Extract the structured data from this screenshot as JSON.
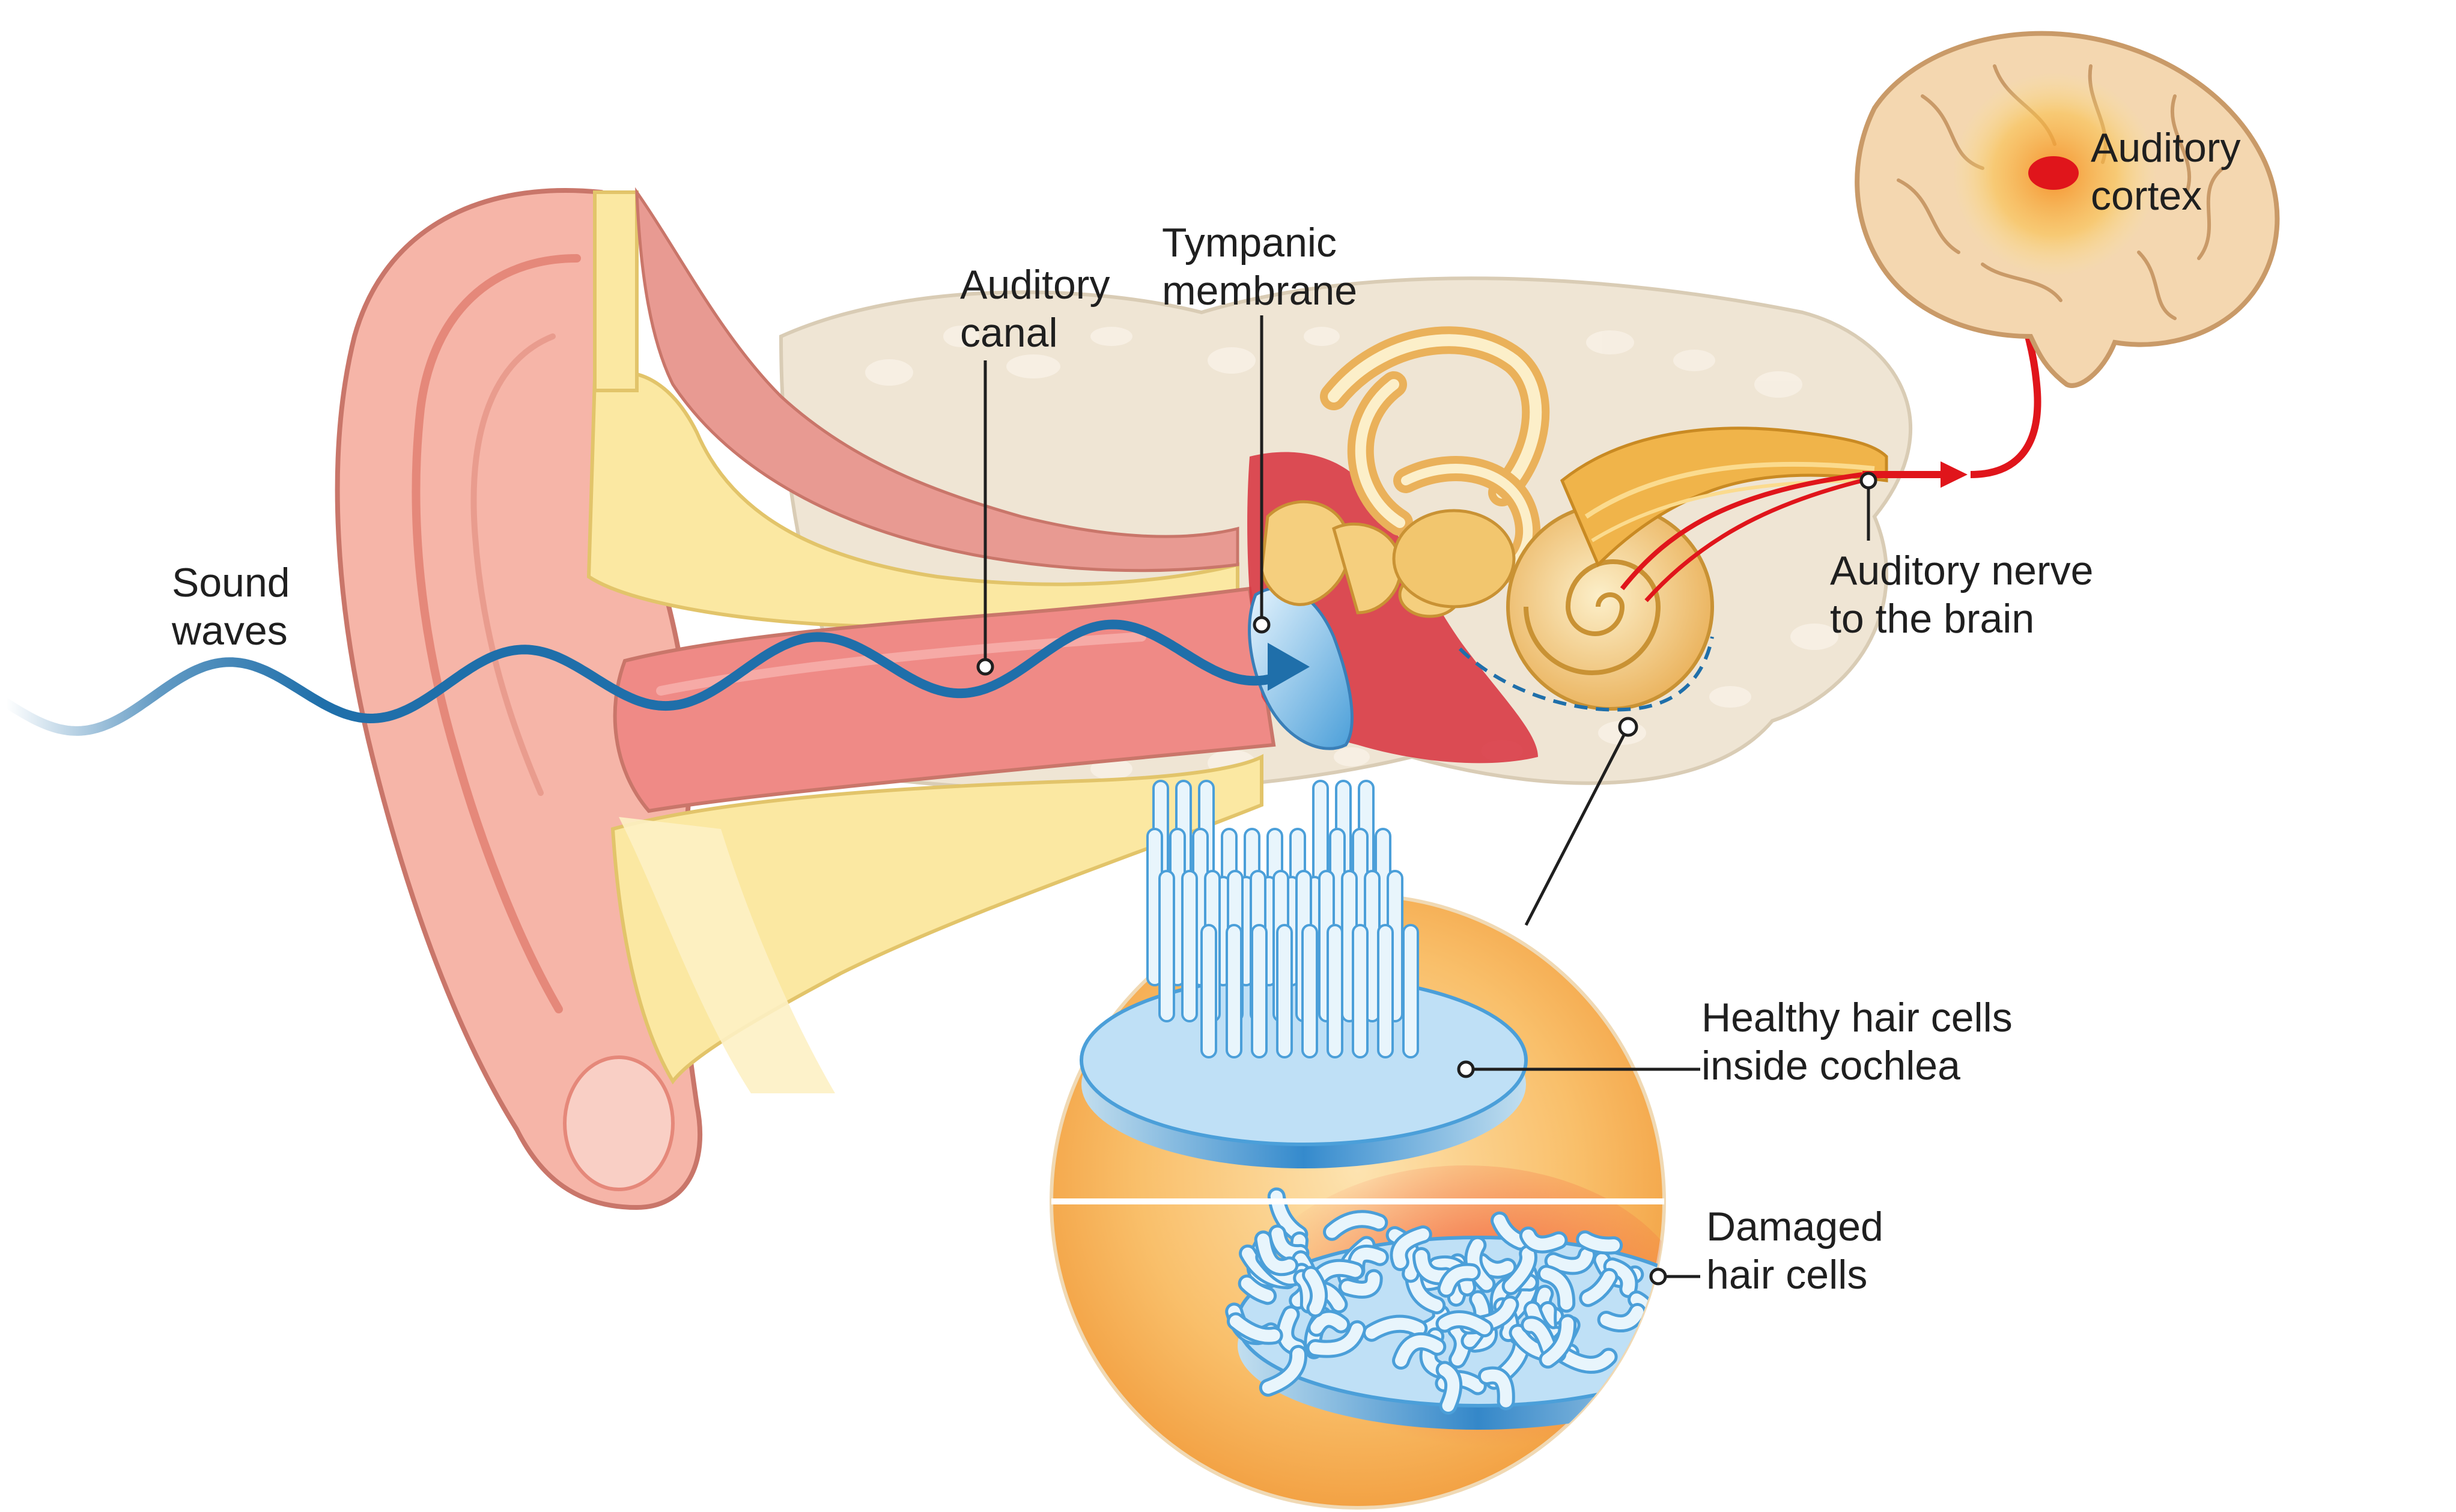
{
  "labels": {
    "sound_waves": [
      "Sound",
      "waves"
    ],
    "auditory_canal": [
      "Auditory",
      "canal"
    ],
    "tympanic_membrane": [
      "Tympanic",
      "membrane"
    ],
    "auditory_cortex": [
      "Auditory",
      "cortex"
    ],
    "auditory_nerve": [
      "Auditory nerve",
      "to the brain"
    ],
    "healthy_hair_cells": [
      "Healthy hair cells",
      "inside cochlea"
    ],
    "damaged_hair_cells": [
      "Damaged",
      "hair cells"
    ]
  },
  "colors": {
    "skin": "#f6b5a8",
    "skin_dark": "#e5887a",
    "cartilage": "#fbe8a2",
    "bone": "#ede3d2",
    "canal": "#ef8a86",
    "sound_wave": "#1f6faa",
    "signal": "#e0151b",
    "cochlea": "#f2c66e",
    "hair_cell": "#dff1fb",
    "base_blue": "#78b8e6",
    "sphere_orange": "#f7a53d",
    "brain": "#f4d7b0"
  }
}
